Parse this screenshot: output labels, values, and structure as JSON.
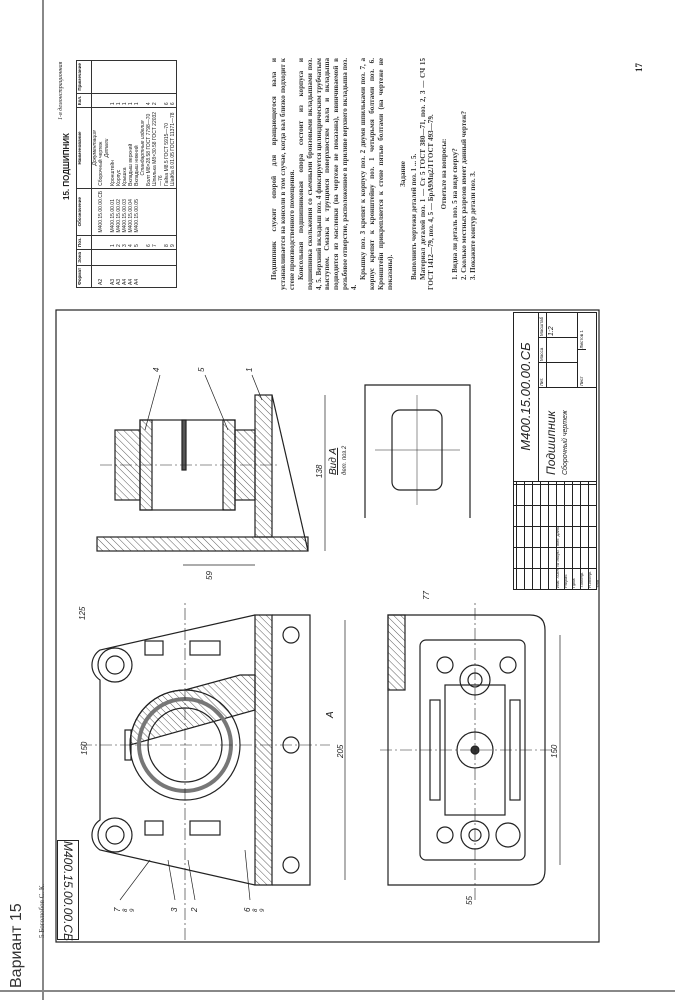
{
  "page": {
    "variant_label": "Вариант 15",
    "author_line": "5  Боголюбов С. К.",
    "page_number": "17"
  },
  "drawing": {
    "code": "М400.15.00.00.СБ",
    "code_stamp_rotated": "М400.15.00.00.СБ",
    "view_label": "Вид А",
    "view_sub": "дет. поз.2",
    "arrow_label": "А",
    "dimensions": {
      "d125": "125",
      "d150_left": "150",
      "d205": "205",
      "d77": "77",
      "d150_plan": "150",
      "d55": "55",
      "d138": "138",
      "d59": "59"
    },
    "leaders": {
      "p7": "7",
      "p8a": "8",
      "p9a": "9",
      "p3": "3",
      "p2": "2",
      "p6": "6",
      "p8b": "8",
      "p9b": "9",
      "p4": "4",
      "p5": "5",
      "p1": "1"
    }
  },
  "title_block": {
    "name": "Подшипник",
    "doc_type": "Сборочный чертеж",
    "lit_header": "Лит.",
    "mass_header": "Масса",
    "scale_header": "Масштаб",
    "scale": "1:2",
    "sheet_label": "Лист",
    "sheets_label": "Листов 1",
    "change_labels": [
      "Изм.",
      "Лист",
      "№ докум.",
      "Подп.",
      "Дата"
    ],
    "roles": [
      "Разраб.",
      "Пров.",
      "Т.контр.",
      "Н.контр.",
      "Утв."
    ]
  },
  "spec": {
    "title": "15. ПОДШИПНИК",
    "subtitle": "1-я демонстрационная",
    "headers": [
      "Формат",
      "Зона",
      "Поз.",
      "Обозначение",
      "Наименование",
      "Кол.",
      "Примечание"
    ],
    "rows": [
      {
        "f": "",
        "z": "",
        "p": "",
        "code": "",
        "name": "Документация",
        "q": ""
      },
      {
        "f": "А2",
        "z": "",
        "p": "",
        "code": "М400.15.00.00.СБ",
        "name": "Сборочный чертеж",
        "q": ""
      },
      {
        "f": "",
        "z": "",
        "p": "",
        "code": "",
        "name": "Детали",
        "q": ""
      },
      {
        "f": "А3",
        "z": "",
        "p": "1",
        "code": "М400.15.00.01",
        "name": "Кронштейн",
        "q": "1"
      },
      {
        "f": "А3",
        "z": "",
        "p": "2",
        "code": "М400.15.00.02",
        "name": "Корпус",
        "q": "1"
      },
      {
        "f": "А4",
        "z": "",
        "p": "3",
        "code": "М400.15.00.03",
        "name": "Крышка",
        "q": "1"
      },
      {
        "f": "А4",
        "z": "",
        "p": "4",
        "code": "М400.15.00.04",
        "name": "Вкладыш верхний",
        "q": "1"
      },
      {
        "f": "А4",
        "z": "",
        "p": "5",
        "code": "М400.15.00.05",
        "name": "Вкладыш нижний",
        "q": "1"
      },
      {
        "f": "",
        "z": "",
        "p": "",
        "code": "",
        "name": "Стандартные изделия",
        "q": ""
      },
      {
        "f": "",
        "z": "",
        "p": "6",
        "code": "",
        "name": "Болт М8×28.58 ГОСТ 7798—70",
        "q": "4"
      },
      {
        "f": "",
        "z": "",
        "p": "7",
        "code": "",
        "name": "Шпилька М8×30.58 ГОСТ 22032—76",
        "q": "2"
      },
      {
        "f": "",
        "z": "",
        "p": "8",
        "code": "",
        "name": "Гайка М8.5 ГОСТ 5915—70",
        "q": "6"
      },
      {
        "f": "",
        "z": "",
        "p": "9",
        "code": "",
        "name": "Шайба 8.01.05 ГОСТ 11371—78",
        "q": "6"
      }
    ]
  },
  "text": {
    "p1": "Подшипник служит опорой для вращающегося вала и устанавливается на консоли в том случае, когда вал близко подходит к стене производственного помещения.",
    "p2": "Консольная подшипниковая опора состоит из корпуса и подшипника скольжения со съемными бронзовыми вкладышами поз. 4, 5. Верхний вкладыш поз. 4 фиксируется цилиндрическим трубчатым выступом. Смазка к трущимся поверхностям вала и вкладыша подводится из масленки (на чертеже не показана), ввинчиваемой в резьбовое отверстие, расположенное в приливе верхнего вкладыша поз. 4.",
    "p3": "Крышку поз. 3 крепят к корпусу поз. 2 двумя шпильками поз. 7, а корпус крепят к кронштейну поз. 1 четырьмя болтами поз. 6. Кронштейн прикрепляется к стене пятью болтами (на чертеже не показаны).",
    "task_heading": "Задание",
    "task1": "Выполнить чертежи деталей поз. 1 ... 5.",
    "task2": "Материал деталей поз. 1 — Ст 5 ГОСТ 380—71, поз. 2, 3 — СЧ 15 ГОСТ 1412—79, поз. 4, 5 — БрА9Мц2Л ГОСТ 493—79.",
    "questions_heading": "Ответьте на вопросы:",
    "q1": "1. Видна ли деталь поз. 5 на виде сверху?",
    "q2": "2. Сколько местных разрезов имеет данный чертеж?",
    "q3": "3. Покажите контур детали поз. 3."
  }
}
